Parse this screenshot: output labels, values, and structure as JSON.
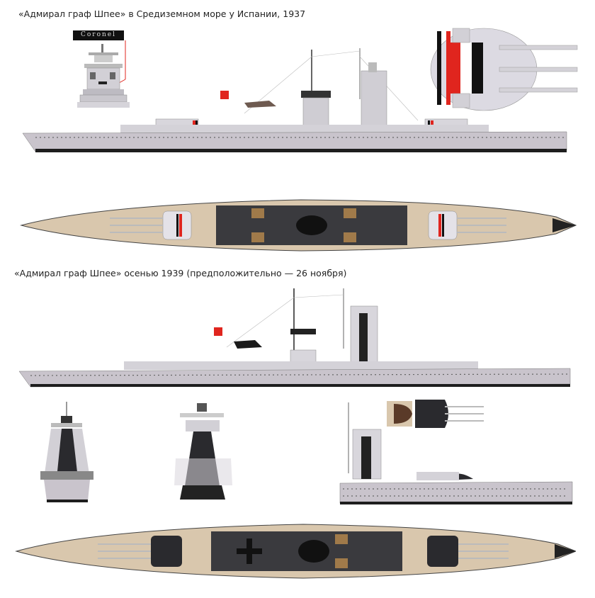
{
  "captions": {
    "top": "«Адмирал граф Шпее» в Средиземном море у Испании, 1937",
    "middle": "«Адмирал граф Шпее» осенью 1939 (предположительно — 26 ноября)"
  },
  "labels": {
    "nameplate": "Coronel"
  },
  "colors": {
    "hull_grey": "#c9c4cc",
    "hull_dark": "#8d8a90",
    "deck_wood": "#d9c7ad",
    "camo_black": "#2a2a2e",
    "flag_red": "#e0251e",
    "waterline": "#1e1e1e",
    "turret_grey": "#dcdae2"
  },
  "figures": [
    {
      "id": "front-view-1937",
      "kind": "bow view"
    },
    {
      "id": "turret-top-1937",
      "kind": "turret top view with national stripes"
    },
    {
      "id": "side-profile-1937",
      "kind": "side profile"
    },
    {
      "id": "plan-view-1937",
      "kind": "deck plan"
    },
    {
      "id": "side-profile-1939",
      "kind": "side profile, camouflage"
    },
    {
      "id": "bow-view-1939",
      "kind": "bow view, camouflage"
    },
    {
      "id": "stern-view-1939",
      "kind": "stern/tower view, camouflage"
    },
    {
      "id": "aft-detail-1939",
      "kind": "aft side detail with turret top"
    },
    {
      "id": "plan-view-1939",
      "kind": "deck plan"
    }
  ]
}
